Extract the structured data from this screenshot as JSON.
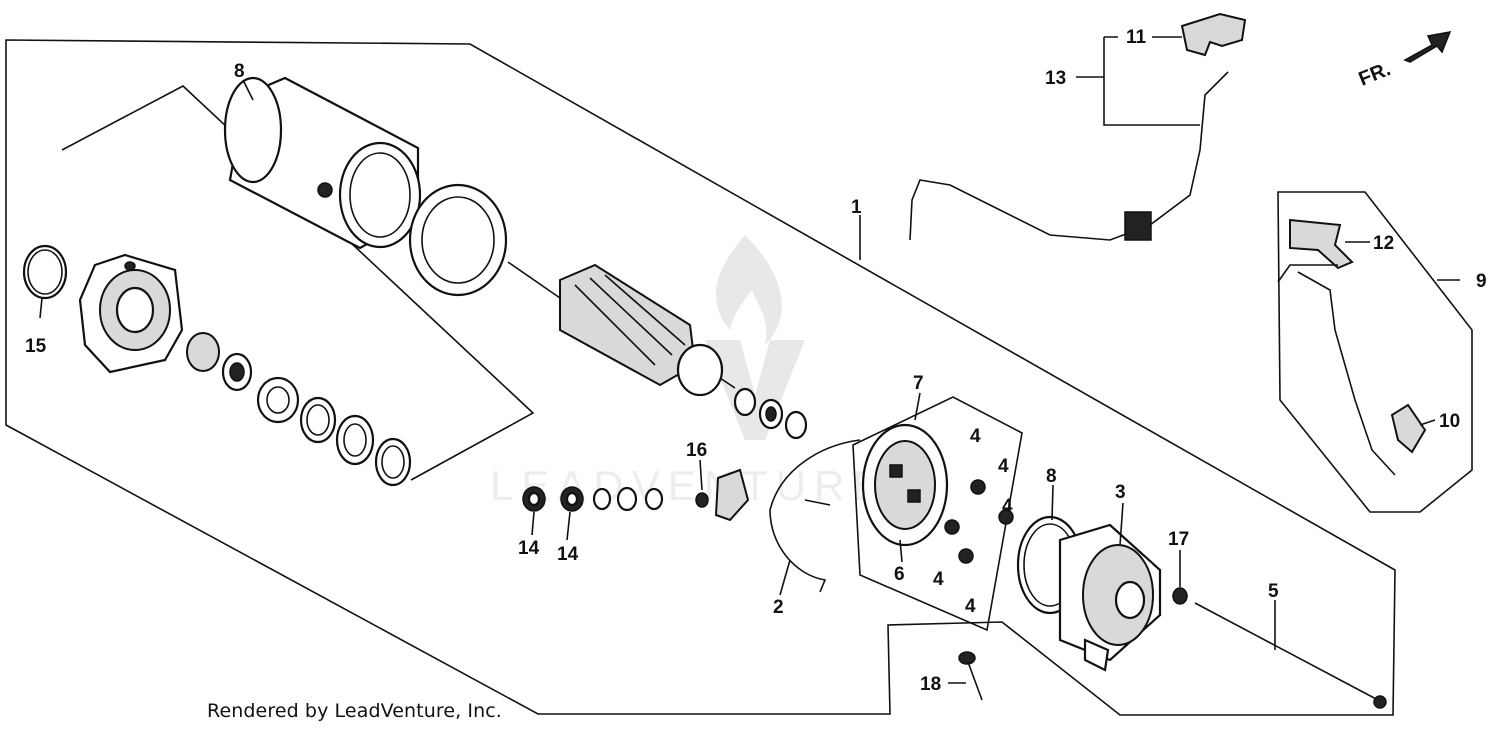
{
  "credit": "Rendered by LeadVenture, Inc.",
  "direction_marker": "FR.",
  "watermark": "LEADVENTURE",
  "callouts": {
    "c1": "1",
    "c2": "2",
    "c3": "3",
    "c4a": "4",
    "c4b": "4",
    "c4c": "4",
    "c4d": "4",
    "c4e": "4",
    "c5": "5",
    "c6": "6",
    "c7": "7",
    "c8a": "8",
    "c8b": "8",
    "c9": "9",
    "c10": "10",
    "c11": "11",
    "c12": "12",
    "c13": "13",
    "c14a": "14",
    "c14b": "14",
    "c15": "15",
    "c16": "16",
    "c17": "17",
    "c18": "18"
  }
}
